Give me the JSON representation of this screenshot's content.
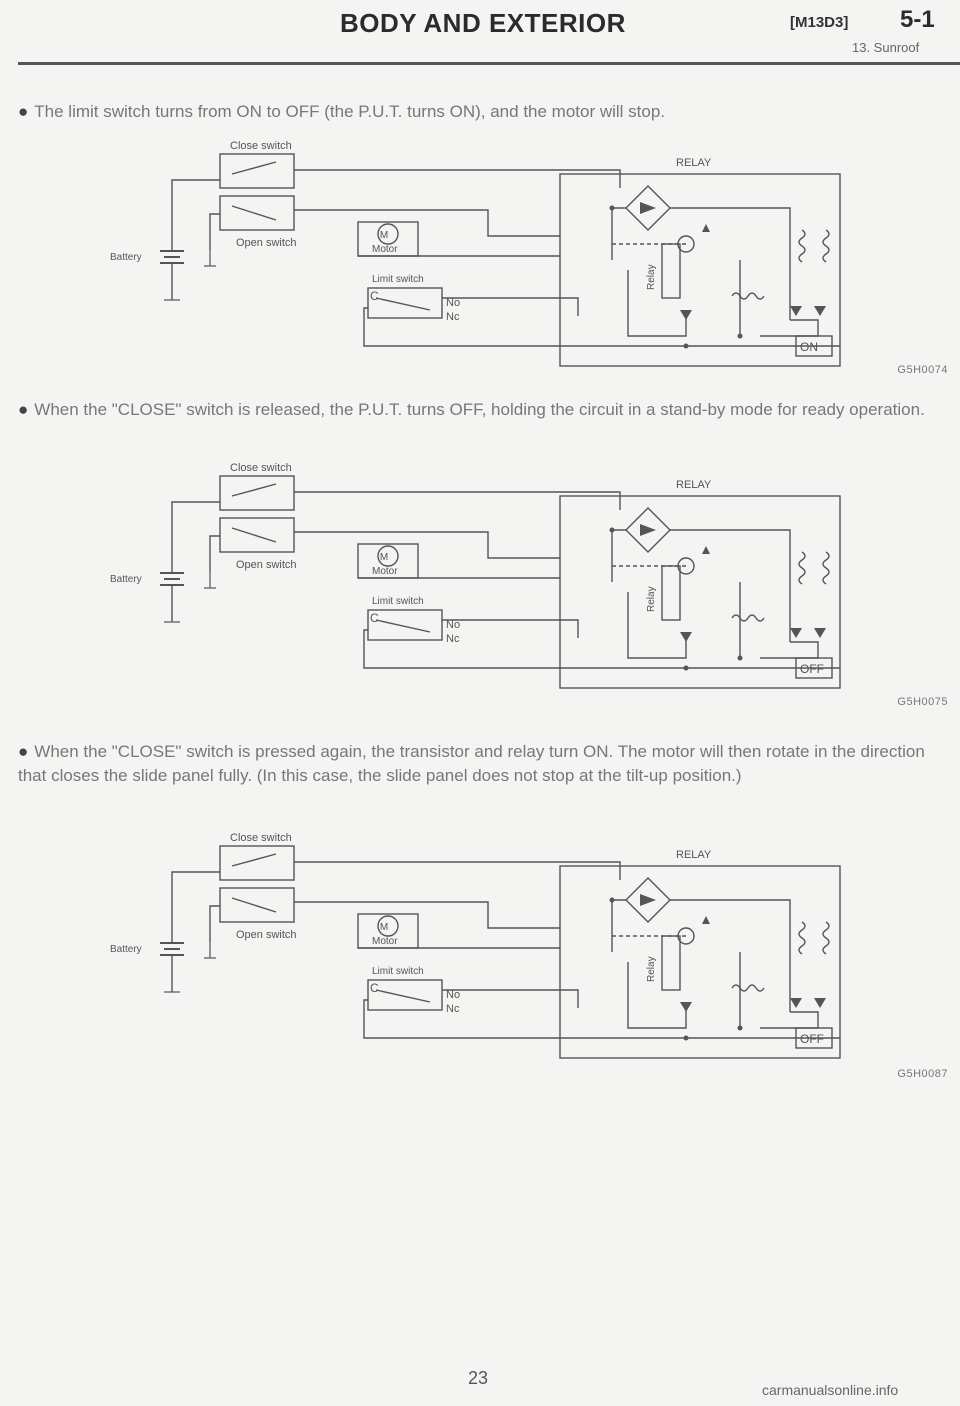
{
  "header": {
    "title": "BODY AND EXTERIOR",
    "code": "[M13D3]",
    "page_ref": "5-1",
    "subsection": "13. Sunroof"
  },
  "paragraphs": [
    "The limit switch turns from ON to OFF (the P.U.T. turns ON), and the motor will stop.",
    "When the \"CLOSE\" switch is released, the P.U.T. turns OFF, holding the circuit in a stand-by mode for ready operation.",
    "When the \"CLOSE\" switch is pressed again, the transistor and relay turn ON. The motor will then rotate in the direction that closes the slide panel fully. (In this case, the slide panel does not stop at the tilt-up position.)"
  ],
  "diagrams": [
    {
      "close_switch": "Close switch",
      "open_switch": "Open switch",
      "battery": "Battery",
      "motor": "Motor",
      "motor_symbol": "M",
      "limit_switch": "Limit switch",
      "c_label": "C",
      "no_label": "No",
      "nc_label": "Nc",
      "relay_title": "RELAY",
      "relay_label": "Relay",
      "state": "ON",
      "figure_id": "G5H0074"
    },
    {
      "close_switch": "Close switch",
      "open_switch": "Open switch",
      "battery": "Battery",
      "motor": "Motor",
      "motor_symbol": "M",
      "limit_switch": "Limit switch",
      "c_label": "C",
      "no_label": "No",
      "nc_label": "Nc",
      "relay_title": "RELAY",
      "relay_label": "Relay",
      "state": "OFF",
      "figure_id": "G5H0075"
    },
    {
      "close_switch": "Close switch",
      "open_switch": "Open switch",
      "battery": "Battery",
      "motor": "Motor",
      "motor_symbol": "M",
      "limit_switch": "Limit switch",
      "c_label": "C",
      "no_label": "No",
      "nc_label": "Nc",
      "relay_title": "RELAY",
      "relay_label": "Relay",
      "state": "OFF",
      "figure_id": "G5H0087"
    }
  ],
  "page_number": "23",
  "watermark": "carmanualsonline.info"
}
